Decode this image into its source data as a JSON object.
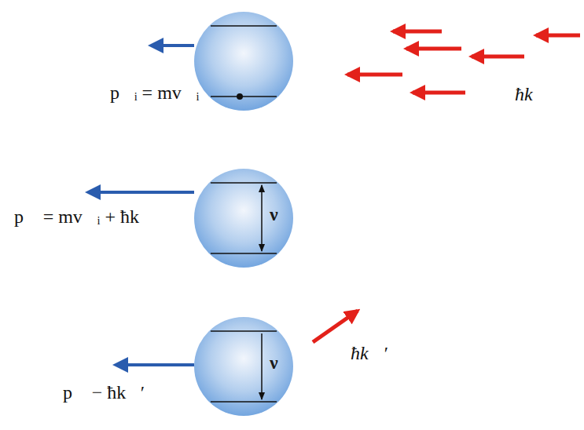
{
  "diagram": {
    "nodes": [
      {
        "text": [
          "ν"
        ]
      },
      {
        "text": [
          "ν"
        ]
      }
    ],
    "labels": [
      "p⃗ᵢ = mv⃗ᵢ",
      "ħk⃗",
      "p⃗ = mv⃗ᵢ + ħk⃗",
      "ħk⃗′",
      "p⃗ − ħk⃗′"
    ]
  }
}
